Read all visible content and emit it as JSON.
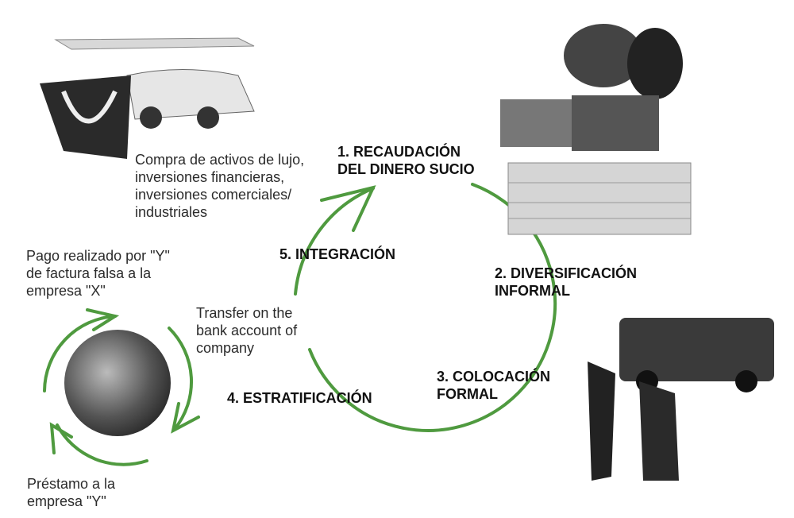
{
  "steps": {
    "s1_line1": "1. RECAUDACIÓN",
    "s1_line2": "DEL DINERO SUCIO",
    "s2_line1": "2. DIVERSIFICACIÓN",
    "s2_line2": "INFORMAL",
    "s3_line1": "3. COLOCACIÓN",
    "s3_line2": "FORMAL",
    "s4": "4. ESTRATIFICACIÓN",
    "s5": "5. INTEGRACIÓN"
  },
  "notes": {
    "luxury": [
      "Compra de activos de lujo,",
      "inversiones financieras,",
      "inversiones comerciales/",
      "industriales"
    ],
    "payment": [
      "Pago realizado por \"Y\"",
      "de factura falsa a la",
      "empresa \"X\""
    ],
    "transfer": [
      "Transfer on the",
      "bank account of",
      "company"
    ],
    "loan": [
      "Préstamo a la",
      "empresa \"Y\""
    ]
  },
  "colors": {
    "arrow": "#4f9a3f"
  }
}
